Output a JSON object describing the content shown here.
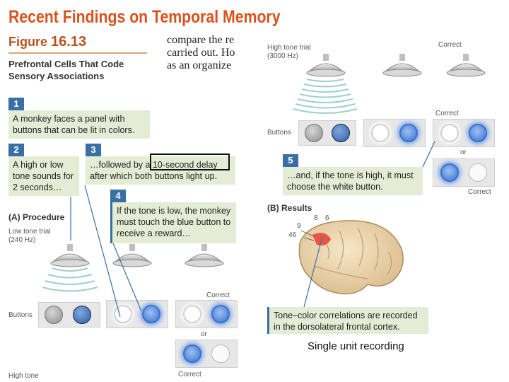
{
  "title": "Recent Findings on Temporal Memory",
  "figure": {
    "word": "Figure",
    "number": "16.13",
    "subtitle": "Prefrontal Cells That Code Sensory Associations"
  },
  "serif_text": "compare the re carried out. Ho as an organize",
  "steps": {
    "s1": {
      "num": "1",
      "text": "A monkey faces a panel with buttons that can be lit in colors."
    },
    "s2": {
      "num": "2",
      "text": "A high or low tone sounds for 2 seconds…"
    },
    "s3": {
      "num": "3",
      "text": "…followed by a 10-second delay after which both buttons light up."
    },
    "s4": {
      "num": "4",
      "text": "If the tone is low, the monkey must touch the blue button to receive a reward…"
    },
    "s5": {
      "num": "5",
      "text": "…and, if the tone is high, it must choose the white button."
    }
  },
  "procedure": {
    "heading": "(A)  Procedure",
    "low_tone": "Low tone trial (240 Hz)",
    "buttons": "Buttons",
    "correct": "Correct",
    "or": "or",
    "high_tone_cut": "High tone"
  },
  "right_panel": {
    "high_tone": "High tone trial (3000 Hz)",
    "correct_top": "Correct",
    "buttons": "Buttons",
    "correct_mid": "Correct",
    "or": "or",
    "correct_bottom": "Correct"
  },
  "results": {
    "heading": "(B)  Results",
    "areas": [
      "8",
      "6",
      "9",
      "46"
    ],
    "caption": "Tone–color correlations are recorded in the dorsolateral frontal cortex."
  },
  "footer": "Single unit recording",
  "colors": {
    "title": "#d9531e",
    "step_number": "#3a6fa5",
    "caption_bg": "#e4ecd6",
    "lit_blue": "#3a72d0",
    "cortex_red": "#e8473a"
  }
}
